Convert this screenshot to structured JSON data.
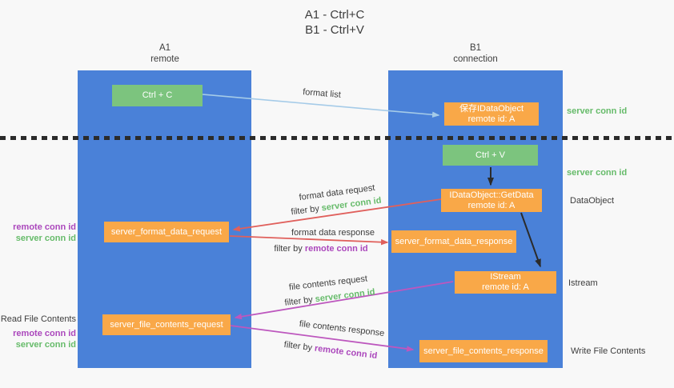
{
  "title": {
    "line1": "A1 - Ctrl+C",
    "line2": "B1 - Ctrl+V"
  },
  "lanes": {
    "left": {
      "name": "A1",
      "role": "remote"
    },
    "right": {
      "name": "B1",
      "role": "connection"
    }
  },
  "boxes": {
    "ctrl_c": "Ctrl + C",
    "ctrl_v": "Ctrl + V",
    "save_idataobject": {
      "line1": "保存IDataObject",
      "line2": "remote id: A"
    },
    "getdata": {
      "line1": "IDataObject::GetData",
      "line2": "remote id: A"
    },
    "istream": {
      "line1": "IStream",
      "line2": "remote id: A"
    },
    "format_request": "server_format_data_request",
    "format_response": "server_format_data_response",
    "file_request": "server_file_contents_request",
    "file_response": "server_file_contents_response"
  },
  "flow_labels": {
    "format_list": "format list",
    "filter_by": "filter by",
    "format_data_request": "format data request",
    "format_data_response": "format data response",
    "file_contents_request": "file contents request",
    "file_contents_response": "file contents response",
    "server_conn_id": "server conn id",
    "remote_conn_id": "remote conn id"
  },
  "side_labels": {
    "right_server_conn_id_1": "server conn id",
    "right_server_conn_id_2": "server conn id",
    "dataobject": "DataObject",
    "istream": "Istream",
    "write_file_contents": "Write File Contents",
    "read_file_contents": "Read File Contents",
    "left_remote_conn_id_1": "remote conn id",
    "left_server_conn_id_1": "server conn id",
    "left_remote_conn_id_2": "remote conn id",
    "left_server_conn_id_2": "server conn id"
  },
  "colors": {
    "lane_blue": "#4a81d8",
    "box_green": "#7cc47e",
    "box_orange": "#f9a848",
    "arrow_light_blue": "#a5cbe8",
    "arrow_red": "#e0605c",
    "arrow_magenta": "#bd57be",
    "arrow_black": "#2b2b2b",
    "label_green": "#66bb6a",
    "label_purple": "#ab47bc",
    "text_dark": "#3d3d3d",
    "background": "#f8f8f8"
  }
}
